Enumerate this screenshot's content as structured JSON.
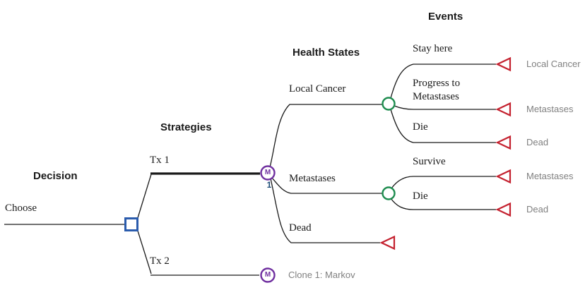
{
  "colors": {
    "decision_node": "#2b5cad",
    "markov_node": "#7030a0",
    "chance_node": "#1e8c4f",
    "terminal_node": "#c4212f",
    "branch": "#1a1a1a",
    "header_text": "#1a1a1a",
    "label_text": "#1a1a1a",
    "terminal_label": "#808080",
    "markov_index": "#1f4e79"
  },
  "headers": {
    "decision": "Decision",
    "strategies": "Strategies",
    "health_states": "Health States",
    "events": "Events"
  },
  "root": {
    "label": "Choose",
    "node_type": "decision"
  },
  "strategies": [
    {
      "label": "Tx 1",
      "node_type": "markov",
      "node_symbol": "M",
      "node_index": "1"
    },
    {
      "label": "Tx 2",
      "node_type": "markov",
      "node_symbol": "M",
      "clone_label": "Clone 1: Markov"
    }
  ],
  "health_states": [
    {
      "label": "Local Cancer",
      "node_type": "chance",
      "events": [
        {
          "label": "Stay here",
          "node_type": "terminal",
          "terminal": "Local Cancer"
        },
        {
          "label_line1": "Progress to",
          "label_line2": "Metastases",
          "node_type": "terminal",
          "terminal": "Metastases"
        },
        {
          "label": "Die",
          "node_type": "terminal",
          "terminal": "Dead"
        }
      ]
    },
    {
      "label": "Metastases",
      "node_type": "chance",
      "events": [
        {
          "label": "Survive",
          "node_type": "terminal",
          "terminal": "Metastases"
        },
        {
          "label": "Die",
          "node_type": "terminal",
          "terminal": "Dead"
        }
      ]
    },
    {
      "label": "Dead",
      "node_type": "terminal"
    }
  ]
}
